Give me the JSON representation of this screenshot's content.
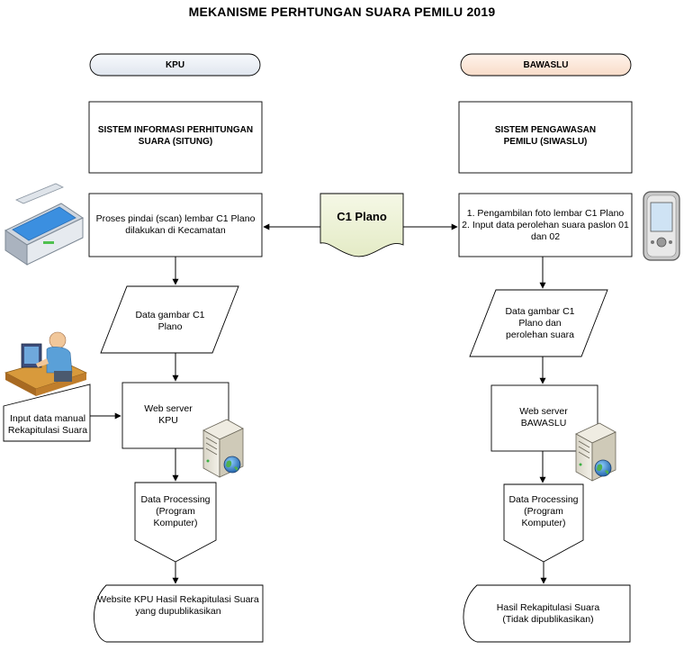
{
  "title": "MEKANISME PERHTUNGAN SUARA PEMILU 2019",
  "left": {
    "header": "KPU",
    "system": "SISTEM INFORMASI PERHITUNGAN SUARA (SITUNG)",
    "scan": "Proses pindai (scan) lembar C1 Plano dilakukan di Kecamatan",
    "data": "Data gambar C1 Plano",
    "manual_input": "Input data manual Rekapitulasi Suara",
    "server": "Web server KPU",
    "processing": "Data Processing (Program Komputer)",
    "output": "Website KPU Hasil Rekapitulasi Suara yang dupublikasikan"
  },
  "center": {
    "document": "C1 Plano"
  },
  "right": {
    "header": "BAWASLU",
    "system": "SISTEM PENGAWASAN PEMILU (SIWASLU)",
    "photo_line1": "1. Pengambilan foto lembar C1 Plano",
    "photo_line2": "2. Input data perolehan suara paslon 01 dan 02",
    "data": "Data gambar C1 Plano dan perolehan suara",
    "server": "Web server BAWASLU",
    "processing": "Data Processing (Program Komputer)",
    "output_line1": "Hasil Rekapitulasi Suara",
    "output_line2": "(Tidak dipublikasikan)"
  },
  "icons": [
    "scanner-icon",
    "mobile-device-icon",
    "operator-computer-icon",
    "server-icon",
    "globe-icon"
  ],
  "colors": {
    "kpu_header": "#e8edf4",
    "bawaslu_header": "#fbe6d6",
    "document": "#eef2d9",
    "stroke": "#000000"
  }
}
